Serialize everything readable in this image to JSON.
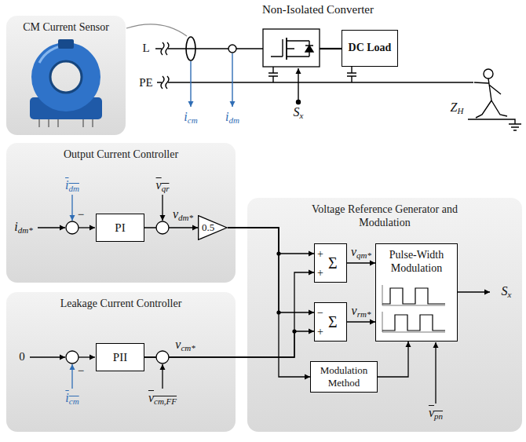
{
  "diagram": {
    "title": "Non-Isolated Converter",
    "nodes": [
      {
        "text": [
          "CM Current Sensor"
        ]
      },
      {
        "text": [
          "DC Load"
        ]
      },
      {
        "text": [
          "Output Current Controller"
        ]
      },
      {
        "text": [
          "PI"
        ],
        "in": 2
      },
      {
        "text": [
          "0.5"
        ],
        "in": 2
      },
      {
        "text": [
          "Leakage Current Controller"
        ]
      },
      {
        "text": [
          "PII"
        ],
        "in": 5
      },
      {
        "text": [
          "Voltage Reference Generator and Modulation"
        ]
      },
      {
        "text": [
          "+",
          "+",
          "Σ"
        ],
        "in": 7
      },
      {
        "text": [
          "−",
          "+",
          "Σ"
        ],
        "in": 7
      },
      {
        "text": [
          "Pulse-Width Modulation"
        ],
        "in": 7
      },
      {
        "text": [
          "Modulation Method"
        ],
        "in": 7
      }
    ],
    "edges": [
      {
        "from": 3,
        "to": 4,
        "arrow": "to"
      },
      {
        "from": 4,
        "to": 8,
        "arrow": "to"
      },
      {
        "from": 4,
        "to": 9,
        "arrow": "to"
      },
      {
        "from": 4,
        "to": 11,
        "arrow": "to"
      },
      {
        "from": 6,
        "to": 8,
        "arrow": "to"
      },
      {
        "from": 6,
        "to": 9,
        "arrow": "to"
      },
      {
        "from": 8,
        "to": 10,
        "arrow": "to"
      },
      {
        "from": 9,
        "to": 10,
        "arrow": "to"
      },
      {
        "from": 11,
        "to": 10,
        "arrow": "to"
      }
    ],
    "labels": [
      "L",
      "PE",
      "icm",
      "idm",
      "Sx",
      "ZH",
      "idm*",
      "idm",
      "−",
      "vqr",
      "vdm*",
      "0",
      "icm",
      "−",
      "vcm*",
      "vcm,FF",
      "vqm*",
      "vrm*",
      "vpn",
      "Sx"
    ]
  }
}
